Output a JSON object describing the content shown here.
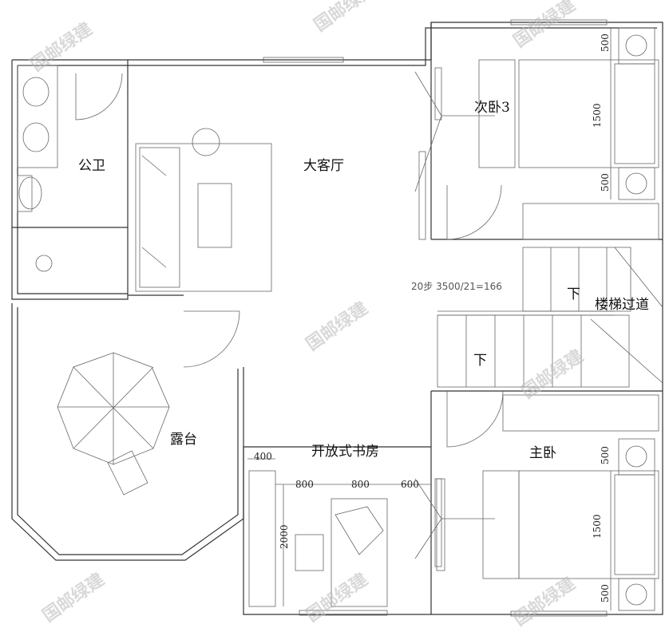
{
  "rooms": {
    "public_bath": "公卫",
    "living_room": "大客厅",
    "bedroom3": "次卧3",
    "stair_passage": "楼梯过道",
    "terrace": "露台",
    "open_study": "开放式书房",
    "master_bedroom": "主卧"
  },
  "stair": {
    "note": "20步  3500/21=166",
    "down_upper": "下",
    "down_lower": "下"
  },
  "dimensions": {
    "b3_top": "500",
    "b3_bed": "1500",
    "b3_bottom": "500",
    "mb_top": "500",
    "mb_bed": "1500",
    "mb_bottom": "500",
    "study_shelf": "400",
    "study_w1": "800",
    "study_w2": "800",
    "study_w3": "600",
    "study_depth": "2000"
  },
  "watermark": "国邮绿建"
}
